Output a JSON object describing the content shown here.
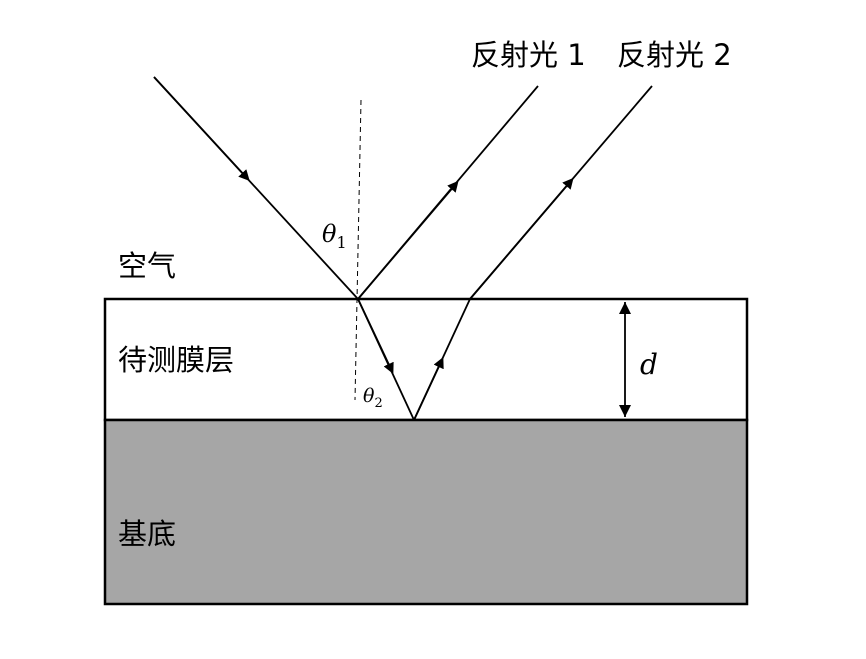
{
  "labels": {
    "reflected_1": "反射光 1",
    "reflected_2": "反射光 2",
    "air": "空气",
    "film": "待测膜层",
    "substrate": "基底",
    "thickness": "d",
    "theta1_symbol": "θ",
    "theta1_sub": "1",
    "theta2_symbol": "θ",
    "theta2_sub": "2"
  },
  "colors": {
    "substrate_fill": "#a6a6a6",
    "film_fill": "#ffffff",
    "line": "#000000"
  }
}
